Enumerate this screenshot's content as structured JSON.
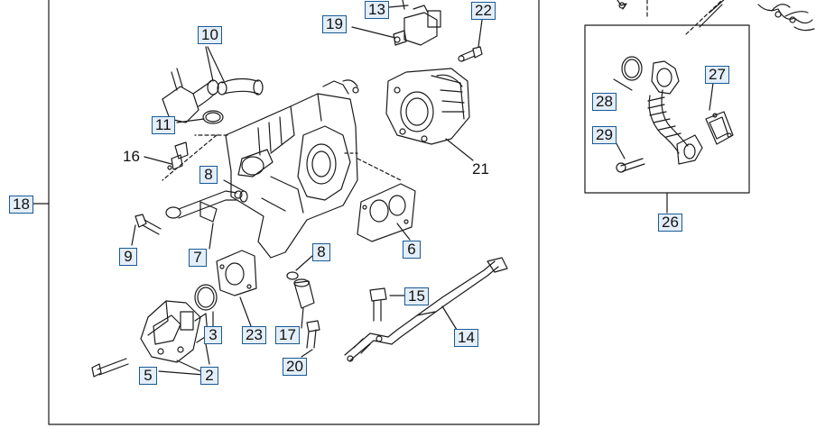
{
  "colors": {
    "callout_border": "#1a5a96",
    "callout_fill": "#e3eef8",
    "line": "#1b1b1b",
    "background": "#ffffff"
  },
  "callouts": {
    "c2": "2",
    "c3": "3",
    "c5": "5",
    "c6": "6",
    "c7": "7",
    "c8a": "8",
    "c8b": "8",
    "c9": "9",
    "c10": "10",
    "c11": "11",
    "c13": "13",
    "c14": "14",
    "c15": "15",
    "c16": "16",
    "c17": "17",
    "c18": "18",
    "c19": "19",
    "c20": "20",
    "c21": "21",
    "c22": "22",
    "c23": "23",
    "c26": "26",
    "c27": "27",
    "c28": "28",
    "c29": "29"
  }
}
